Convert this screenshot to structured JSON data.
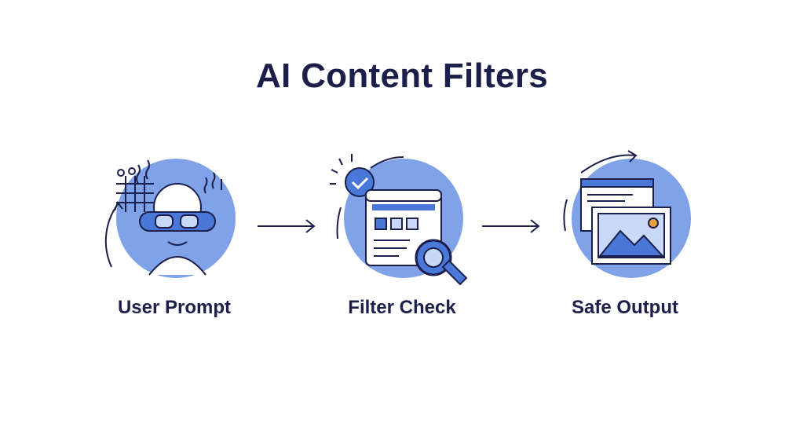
{
  "title": "AI Content Filters",
  "steps": [
    {
      "label": "User Prompt",
      "icon": "user-with-goggles-icon"
    },
    {
      "label": "Filter Check",
      "icon": "browser-magnifier-icon"
    },
    {
      "label": "Safe Output",
      "icon": "image-document-icon"
    }
  ],
  "colors": {
    "title": "#1c1f4a",
    "circle": "#7fa2e8",
    "stroke": "#1c1f4a",
    "accent": "#4a78d8",
    "light": "#c9d8f6",
    "sun": "#e8a23a"
  }
}
